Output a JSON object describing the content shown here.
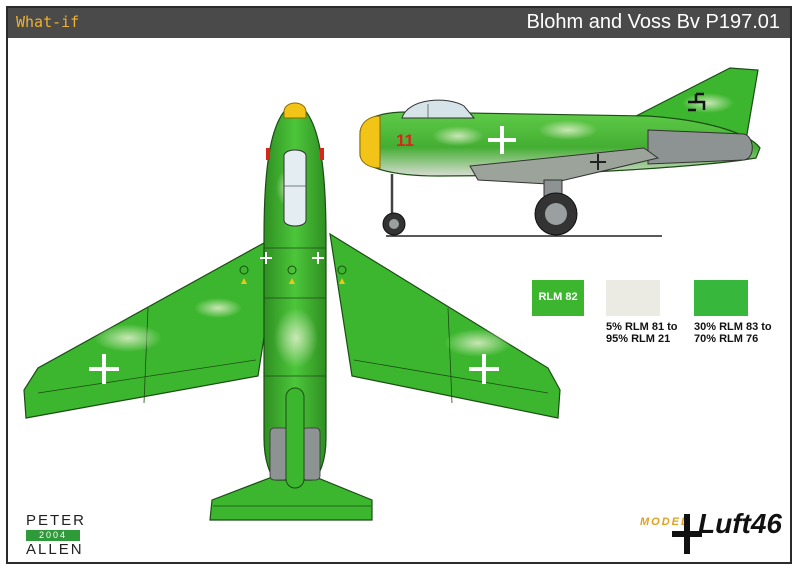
{
  "header": {
    "tag": "What-if",
    "title": "Blohm and Voss Bv P197.01"
  },
  "aircraft": {
    "side_number": "11"
  },
  "swatches": [
    {
      "color": "#3cb62e",
      "inner_label": "RLM 82",
      "caption": ""
    },
    {
      "color": "#ebebe4",
      "inner_label": "",
      "caption": "5% RLM 81 to\n95% RLM 21"
    },
    {
      "color": "#37b83c",
      "inner_label": "",
      "caption": "30% RLM 83 to\n70% RLM 76"
    }
  ],
  "credit": {
    "line1": "PETER",
    "year": "2004",
    "line2": "ALLEN"
  },
  "logo": {
    "prefix": "MODEL",
    "word": "Luft46"
  },
  "colors": {
    "camo_green": "#3cb62e",
    "camo_light": "#b9dca0",
    "nose_yellow": "#f2c418",
    "header_bg": "#4a4a4a",
    "header_tag": "#f0b030"
  }
}
